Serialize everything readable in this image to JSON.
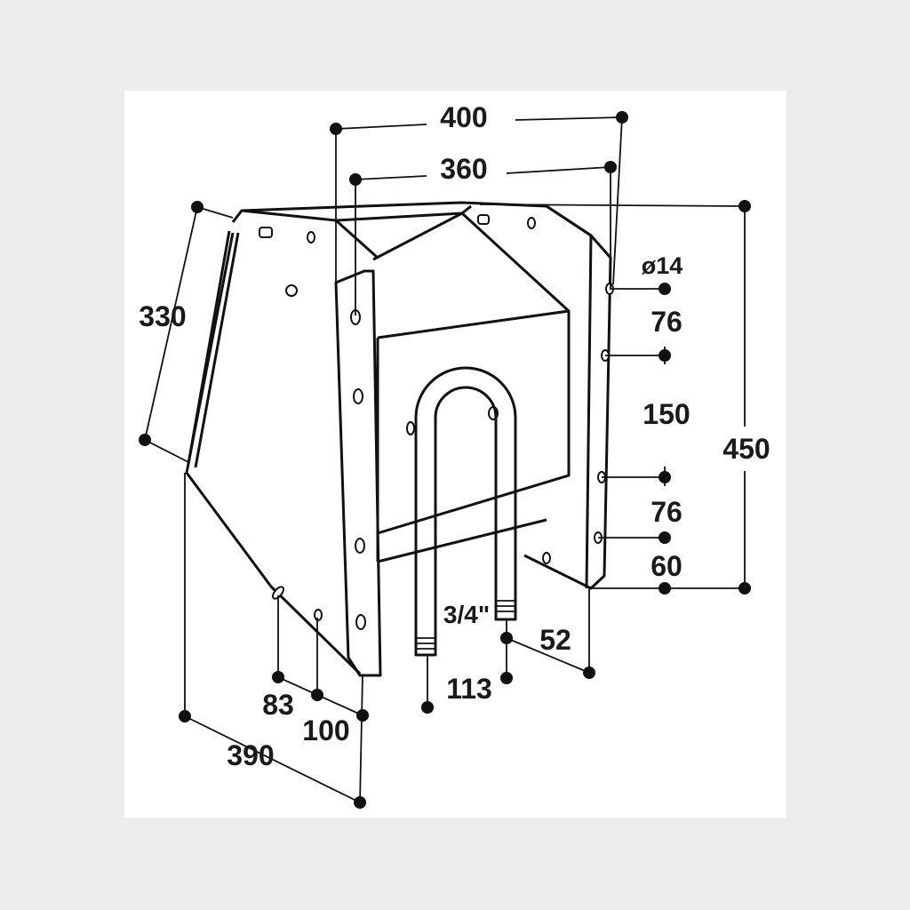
{
  "dimensions": {
    "width_outer": "400",
    "width_inner": "360",
    "height_total": "450",
    "side_height": "330",
    "hole_diameter": "ø14",
    "hole_spacing_top": "76",
    "hole_spacing_mid": "150",
    "hole_spacing_bottom": "76",
    "bottom_offset": "60",
    "bolt_offset": "52",
    "bolt_spacing": "113",
    "thread_size": "3/4\"",
    "bottom_hole_1": "83",
    "bottom_hole_2": "100",
    "depth": "390"
  }
}
